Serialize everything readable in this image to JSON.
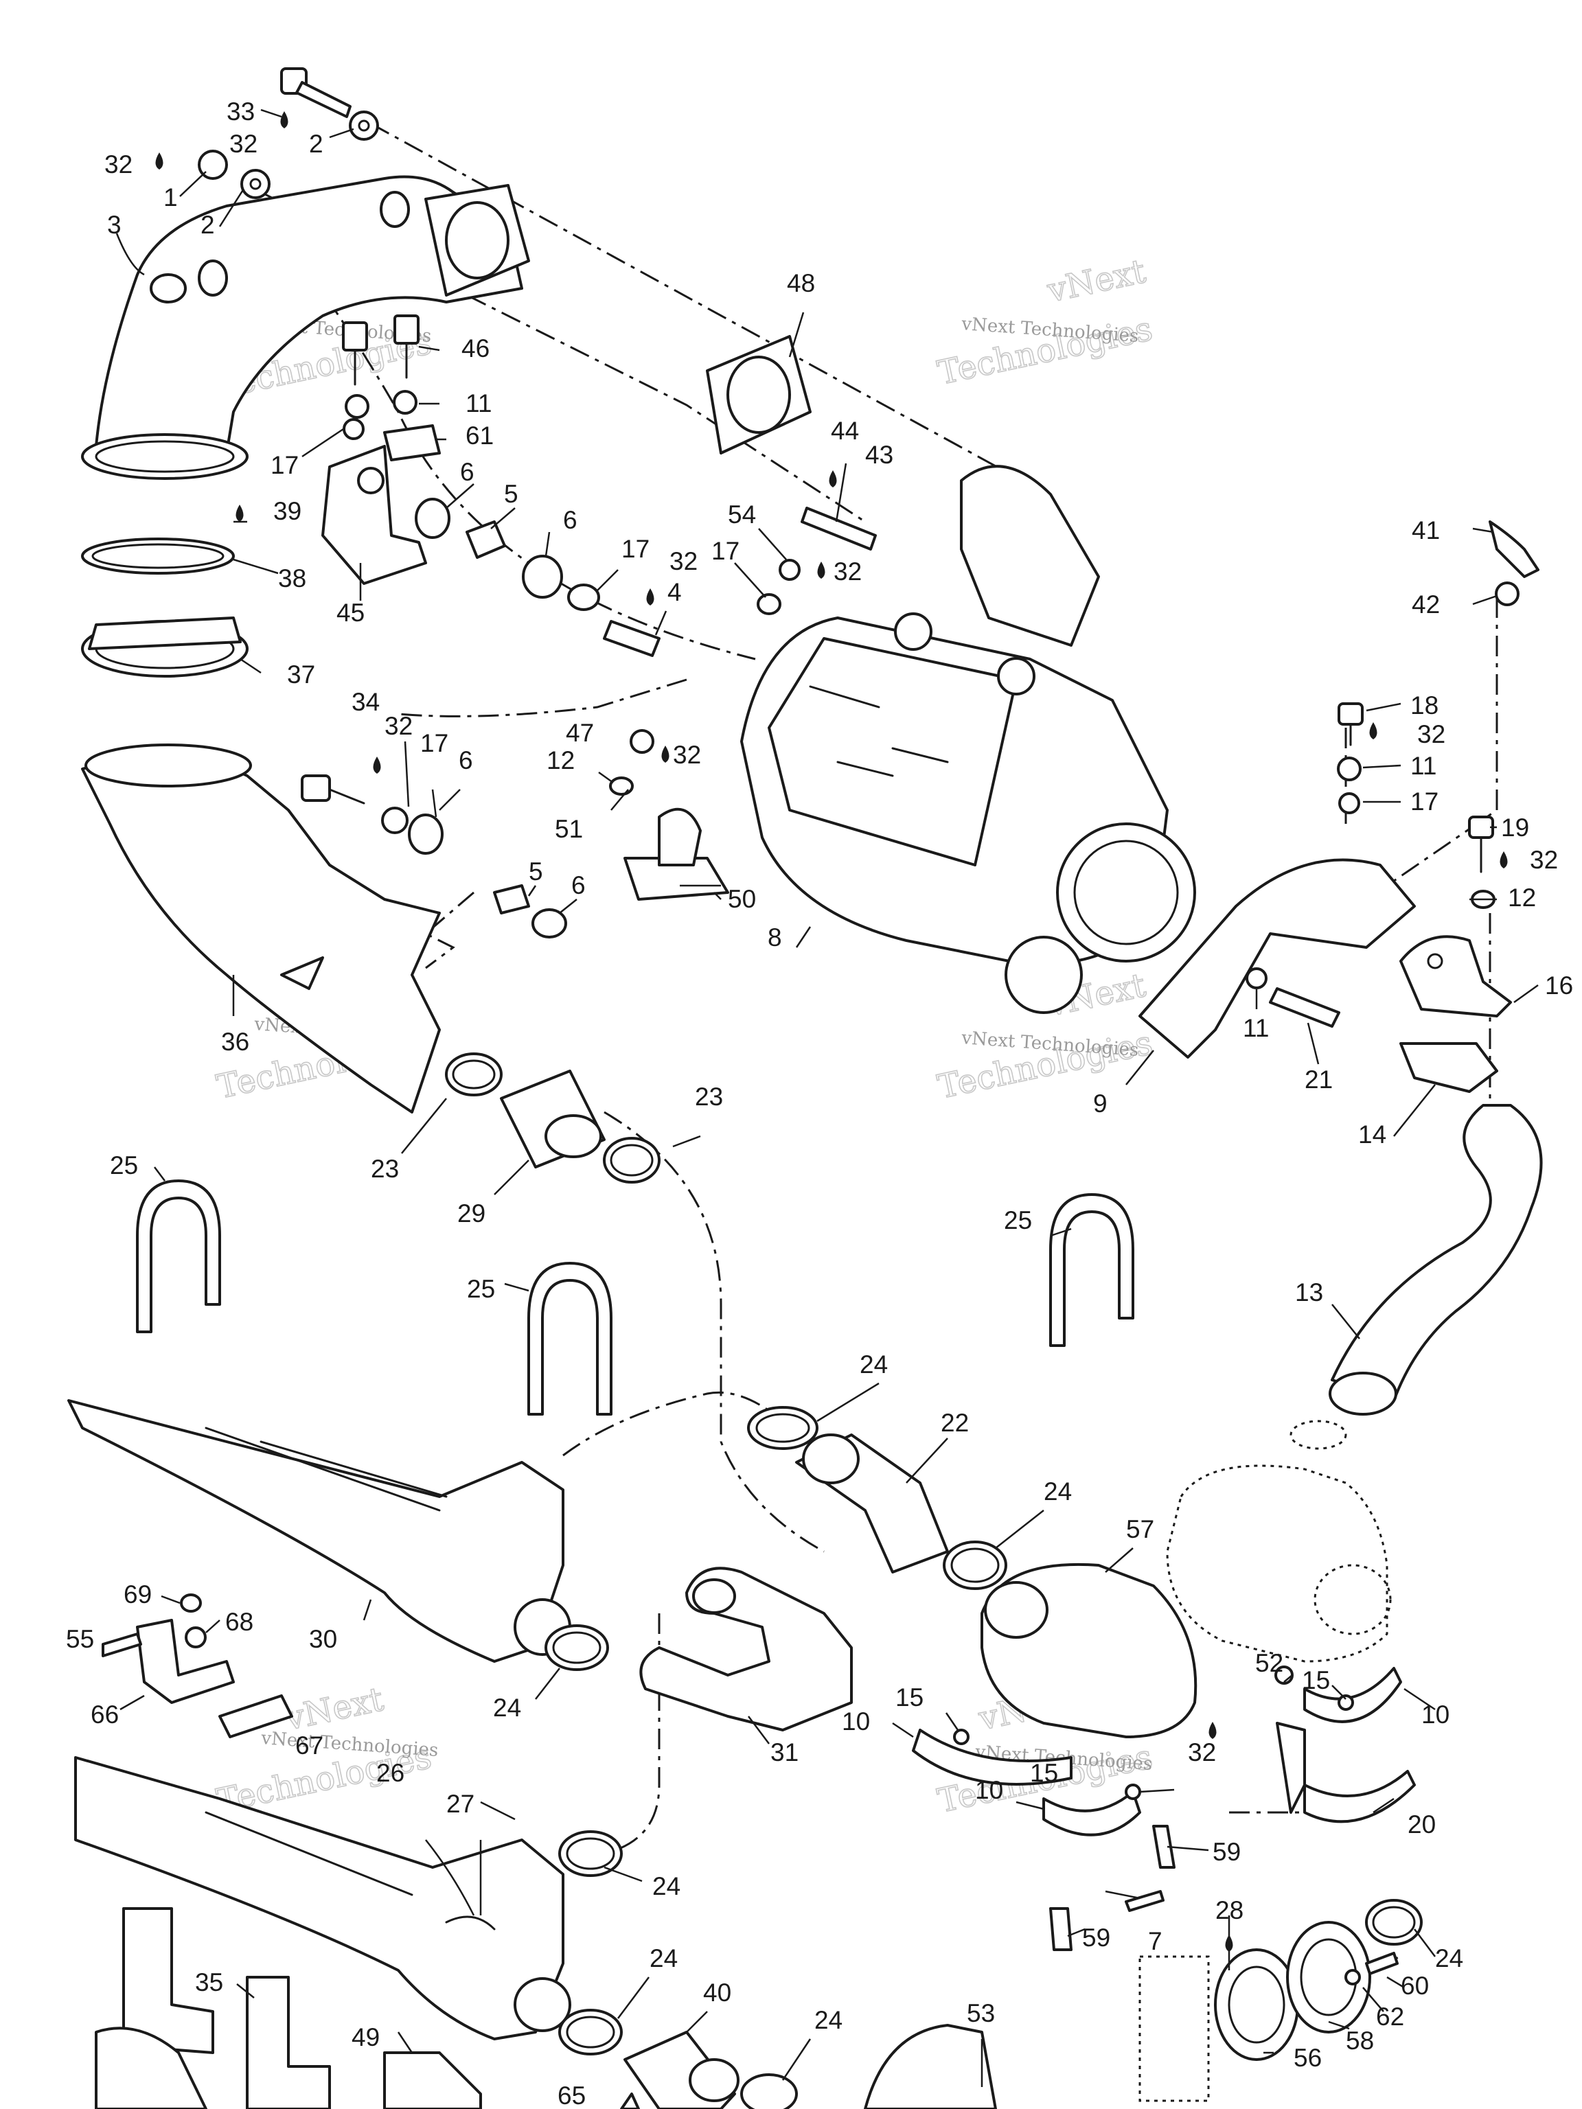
{
  "diagram": {
    "watermark": {
      "line1": "vNext",
      "line2": "Technologies",
      "small": "vNext Technologies"
    },
    "callouts": [
      {
        "id": "c33",
        "text": "33"
      },
      {
        "id": "c32a",
        "text": "32"
      },
      {
        "id": "c2a",
        "text": "2"
      },
      {
        "id": "c32b",
        "text": "32"
      },
      {
        "id": "c1",
        "text": "1"
      },
      {
        "id": "c2b",
        "text": "2"
      },
      {
        "id": "c3",
        "text": "3"
      },
      {
        "id": "c48",
        "text": "48"
      },
      {
        "id": "c46",
        "text": "46"
      },
      {
        "id": "c11a",
        "text": "11"
      },
      {
        "id": "c61",
        "text": "61"
      },
      {
        "id": "c17a",
        "text": "17"
      },
      {
        "id": "c6a",
        "text": "6"
      },
      {
        "id": "c5a",
        "text": "5"
      },
      {
        "id": "c39",
        "text": "39"
      },
      {
        "id": "c38",
        "text": "38"
      },
      {
        "id": "c45",
        "text": "45"
      },
      {
        "id": "c6b",
        "text": "6"
      },
      {
        "id": "c17b",
        "text": "17"
      },
      {
        "id": "c32c",
        "text": "32"
      },
      {
        "id": "c4",
        "text": "4"
      },
      {
        "id": "c44",
        "text": "44"
      },
      {
        "id": "c43",
        "text": "43"
      },
      {
        "id": "c54",
        "text": "54"
      },
      {
        "id": "c17c",
        "text": "17"
      },
      {
        "id": "c32d",
        "text": "32"
      },
      {
        "id": "c41",
        "text": "41"
      },
      {
        "id": "c42",
        "text": "42"
      },
      {
        "id": "c37",
        "text": "37"
      },
      {
        "id": "c34",
        "text": "34"
      },
      {
        "id": "c32e",
        "text": "32"
      },
      {
        "id": "c17d",
        "text": "17"
      },
      {
        "id": "c6c",
        "text": "6"
      },
      {
        "id": "c47",
        "text": "47"
      },
      {
        "id": "c32f",
        "text": "32"
      },
      {
        "id": "c12a",
        "text": "12"
      },
      {
        "id": "c51",
        "text": "51"
      },
      {
        "id": "c50",
        "text": "50"
      },
      {
        "id": "c8",
        "text": "8"
      },
      {
        "id": "c18",
        "text": "18"
      },
      {
        "id": "c32g",
        "text": "32"
      },
      {
        "id": "c11b",
        "text": "11"
      },
      {
        "id": "c17e",
        "text": "17"
      },
      {
        "id": "c19",
        "text": "19"
      },
      {
        "id": "c32h",
        "text": "32"
      },
      {
        "id": "c12b",
        "text": "12"
      },
      {
        "id": "c16",
        "text": "16"
      },
      {
        "id": "c5b",
        "text": "5"
      },
      {
        "id": "c6d",
        "text": "6"
      },
      {
        "id": "c36",
        "text": "36"
      },
      {
        "id": "c11c",
        "text": "11"
      },
      {
        "id": "c21",
        "text": "21"
      },
      {
        "id": "c9",
        "text": "9"
      },
      {
        "id": "c14",
        "text": "14"
      },
      {
        "id": "c23a",
        "text": "23"
      },
      {
        "id": "c23b",
        "text": "23"
      },
      {
        "id": "c29",
        "text": "29"
      },
      {
        "id": "c25a",
        "text": "25"
      },
      {
        "id": "c25b",
        "text": "25"
      },
      {
        "id": "c25c",
        "text": "25"
      },
      {
        "id": "c13",
        "text": "13"
      },
      {
        "id": "c24a",
        "text": "24"
      },
      {
        "id": "c22",
        "text": "22"
      },
      {
        "id": "c24b",
        "text": "24"
      },
      {
        "id": "c57",
        "text": "57"
      },
      {
        "id": "c69",
        "text": "69"
      },
      {
        "id": "c68",
        "text": "68"
      },
      {
        "id": "c55",
        "text": "55"
      },
      {
        "id": "c30",
        "text": "30"
      },
      {
        "id": "c66",
        "text": "66"
      },
      {
        "id": "c24c",
        "text": "24"
      },
      {
        "id": "c67",
        "text": "67"
      },
      {
        "id": "c31",
        "text": "31"
      },
      {
        "id": "c15a",
        "text": "15"
      },
      {
        "id": "c10a",
        "text": "10"
      },
      {
        "id": "c52",
        "text": "52"
      },
      {
        "id": "c15b",
        "text": "15"
      },
      {
        "id": "c10b",
        "text": "10"
      },
      {
        "id": "c32i",
        "text": "32"
      },
      {
        "id": "c15c",
        "text": "15"
      },
      {
        "id": "c10c",
        "text": "10"
      },
      {
        "id": "c20",
        "text": "20"
      },
      {
        "id": "c26",
        "text": "26"
      },
      {
        "id": "c27",
        "text": "27"
      },
      {
        "id": "c24d",
        "text": "24"
      },
      {
        "id": "c59a",
        "text": "59"
      },
      {
        "id": "c7",
        "text": "7"
      },
      {
        "id": "c59b",
        "text": "59"
      },
      {
        "id": "c28",
        "text": "28"
      },
      {
        "id": "c24e",
        "text": "24"
      },
      {
        "id": "c60",
        "text": "60"
      },
      {
        "id": "c62",
        "text": "62"
      },
      {
        "id": "c58",
        "text": "58"
      },
      {
        "id": "c56",
        "text": "56"
      },
      {
        "id": "c35",
        "text": "35"
      },
      {
        "id": "c24f",
        "text": "24"
      },
      {
        "id": "c40",
        "text": "40"
      },
      {
        "id": "c24g",
        "text": "24"
      },
      {
        "id": "c53",
        "text": "53"
      },
      {
        "id": "c49",
        "text": "49"
      },
      {
        "id": "c65",
        "text": "65"
      }
    ]
  }
}
